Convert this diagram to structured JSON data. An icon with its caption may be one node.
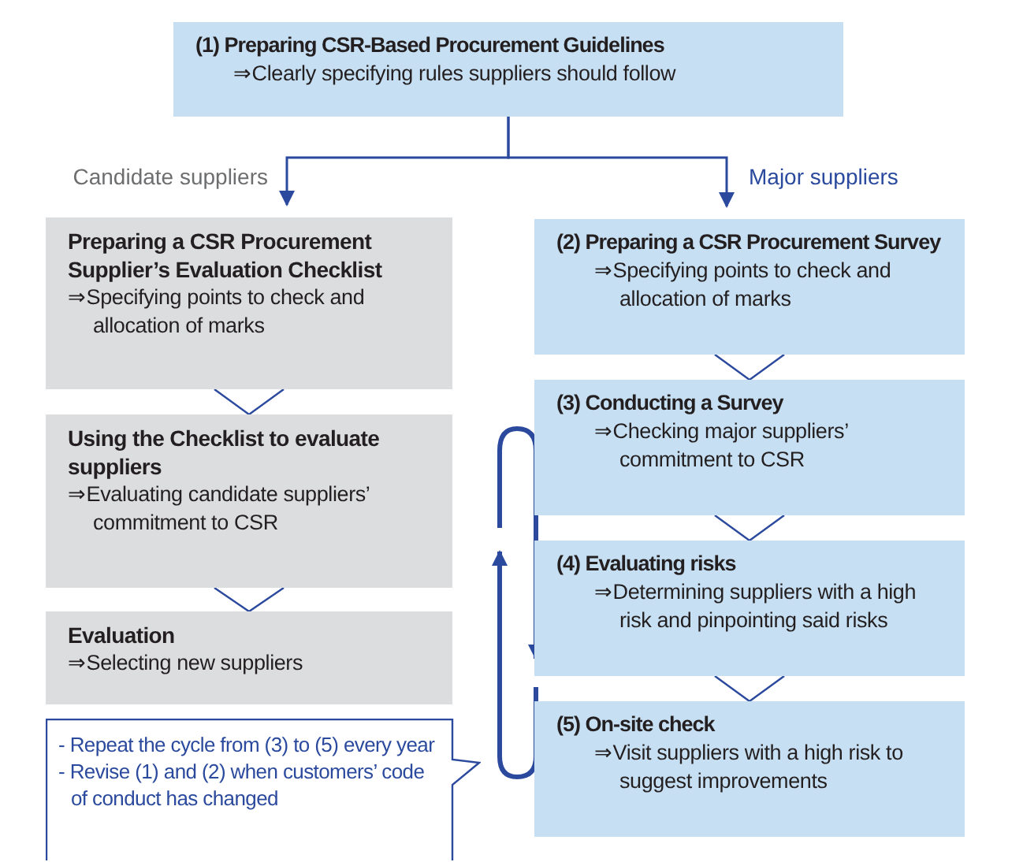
{
  "diagram": {
    "nodes": [
      {
        "text": [
          "(1) Preparing CSR-Based Procurement Guidelines",
          "⇒Clearly specifying rules suppliers should follow"
        ]
      },
      {
        "text": [
          "Preparing a CSR Procurement Supplier’s Evaluation Checklist",
          "⇒Specifying points to check and allocation of marks"
        ]
      },
      {
        "text": [
          "Using the Checklist to evaluate suppliers",
          "⇒Evaluating candidate suppliers’ commitment to CSR"
        ]
      },
      {
        "text": [
          "Evaluation",
          "⇒Selecting new suppliers"
        ]
      },
      {
        "text": [
          "(2) Preparing a CSR Procurement Survey",
          "⇒Specifying points to check and allocation of marks"
        ]
      },
      {
        "text": [
          "(3) Conducting a Survey",
          "⇒Checking major suppliers’ commitment to CSR"
        ]
      },
      {
        "text": [
          "(4) Evaluating risks",
          "⇒Determining suppliers with a high risk and pinpointing said risks"
        ]
      },
      {
        "text": [
          "(5) On-site check",
          "⇒Visit suppliers with a high risk to suggest improvements"
        ]
      },
      {
        "text": [
          "- Repeat the cycle from (3) to (5) every year",
          "- Revise (1) and (2) when customers’ code of conduct has changed"
        ]
      }
    ],
    "edges": [
      {
        "from": 0,
        "to": 1,
        "arrow": "to",
        "label": "Candidate suppliers"
      },
      {
        "from": 0,
        "to": 4,
        "arrow": "to",
        "label": "Major suppliers"
      },
      {
        "from": 1,
        "to": 2,
        "arrow": "to"
      },
      {
        "from": 2,
        "to": 3,
        "arrow": "to"
      },
      {
        "from": 4,
        "to": 5,
        "arrow": "to"
      },
      {
        "from": 5,
        "to": 6,
        "arrow": "to"
      },
      {
        "from": 6,
        "to": 7,
        "arrow": "to"
      }
    ]
  }
}
